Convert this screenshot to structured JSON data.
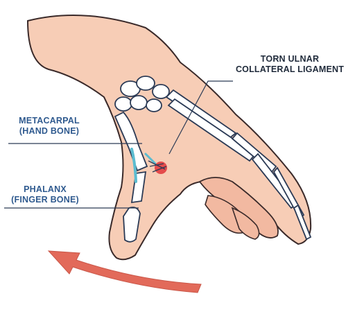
{
  "labels": {
    "torn": {
      "line1": "TORN ULNAR",
      "line2": "COLLATERAL LIGAMENT"
    },
    "metacarpal": {
      "line1": "METACARPAL",
      "line2": "(HAND BONE)"
    },
    "phalanx": {
      "line1": "PHALANX",
      "line2": "(FINGER BONE)"
    }
  },
  "colors": {
    "skin": "#f7cdb6",
    "skin_outline": "#3a2a2a",
    "bone": "#ffffff",
    "bone_outline": "#2b3a55",
    "ligament": "#5bbcd0",
    "tear": "#e0343a",
    "arrow": "#e26a5a",
    "label_dark": "#1f2a3a",
    "label_blue": "#2f5a8f",
    "leader_line": "#2b3a55"
  }
}
